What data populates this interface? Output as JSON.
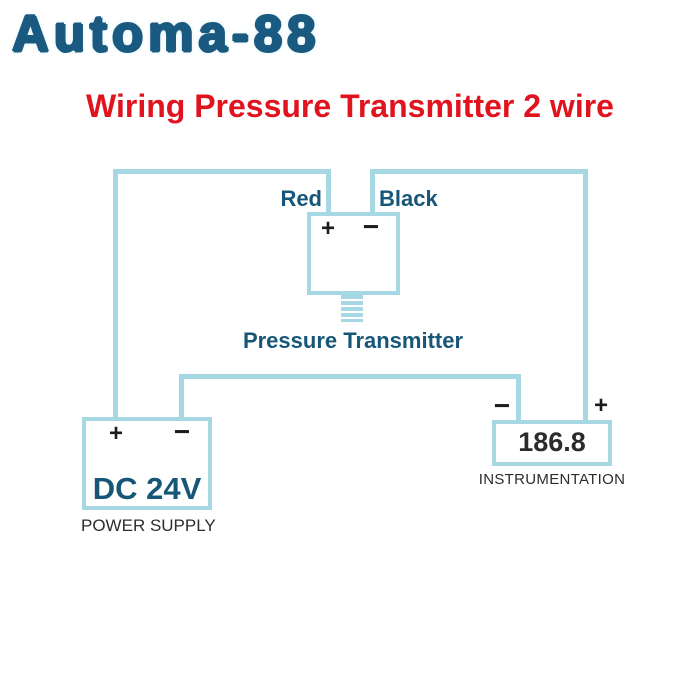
{
  "logo": "Automa-88",
  "title": "Wiring Pressure Transmitter 2 wire",
  "colors": {
    "wire_blue": "#a6d8e3",
    "label_teal": "#165778",
    "logo_teal": "#1b5a80",
    "title_red": "#e1131e",
    "terminal_dark": "#1c1c1c",
    "caption_gray": "#2d2d2d"
  },
  "transmitter": {
    "red_wire_label": "Red",
    "black_wire_label": "Black",
    "plus": "+",
    "minus": "−",
    "caption": "Pressure Transmitter"
  },
  "power_supply": {
    "plus": "+",
    "minus": "−",
    "name": "DC 24V",
    "caption": "POWER SUPPLY"
  },
  "instrumentation": {
    "minus": "−",
    "plus": "+",
    "reading": "186.8",
    "caption": "INSTRUMENTATION"
  }
}
